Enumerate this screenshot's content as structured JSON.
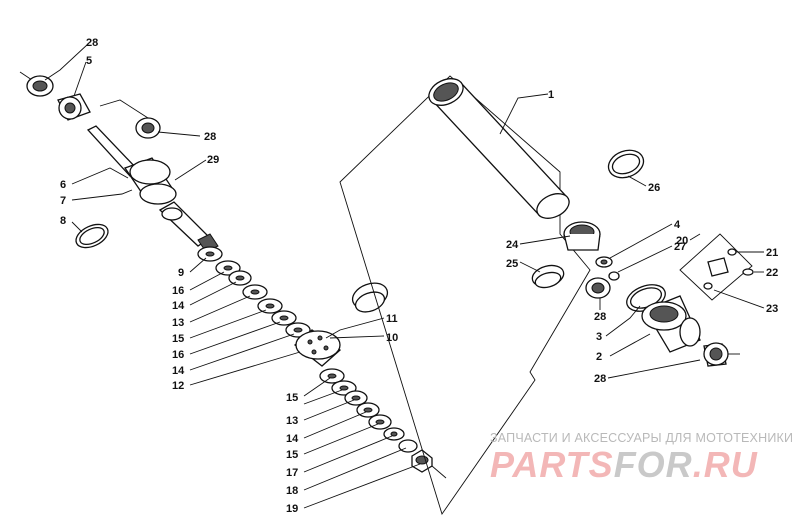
{
  "labels": {
    "l1": "1",
    "l2": "2",
    "l3": "3",
    "l4": "4",
    "l5": "5",
    "l6": "6",
    "l7": "7",
    "l8": "8",
    "l9": "9",
    "l10": "10",
    "l11": "11",
    "l12": "12",
    "l13a": "13",
    "l13b": "13",
    "l14a": "14",
    "l14b": "14",
    "l14c": "14",
    "l15a": "15",
    "l15b": "15",
    "l15c": "15",
    "l16a": "16",
    "l16b": "16",
    "l17": "17",
    "l18": "18",
    "l19": "19",
    "l20": "20",
    "l21": "21",
    "l22": "22",
    "l23": "23",
    "l24": "24",
    "l25": "25",
    "l26": "26",
    "l27": "27",
    "l28a": "28",
    "l28b": "28",
    "l28c": "28",
    "l28d": "28",
    "l29": "29"
  },
  "watermark": {
    "tagline": "ЗАПЧАСТИ И АКСЕССУАРЫ ДЛЯ МОТОТЕХНИКИ",
    "logo_part1": "PARTS",
    "logo_part2": "FOR",
    "logo_part3": ".RU"
  }
}
